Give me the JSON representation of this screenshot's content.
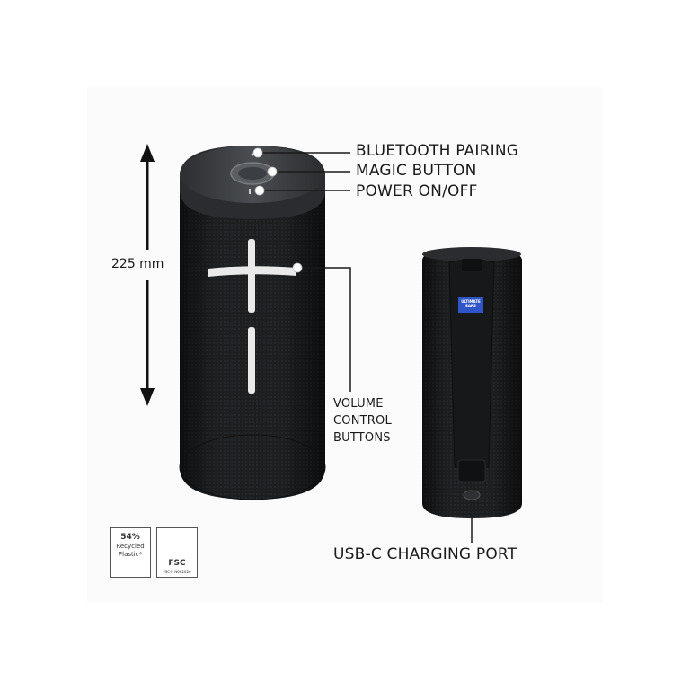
{
  "callouts": {
    "bluetooth_pairing": "BLUETOOTH PAIRING",
    "magic_button": "MAGIC BUTTON",
    "power": "POWER ON/OFF",
    "volume": "VOLUME\nCONTROL\nBUTTONS",
    "usb": "USB-C CHARGING PORT"
  },
  "dimension": {
    "height_label": "225 mm"
  },
  "brand_tag": {
    "line1": "ULTIMATE",
    "line2": "EARS"
  },
  "badges": {
    "recycled": {
      "percent": "54%",
      "line1": "Recycled",
      "line2": "Plastic*"
    },
    "fsc": {
      "mark": "FSC",
      "code": "FSC® N002026"
    }
  },
  "colors": {
    "speaker_body": "#1f2123",
    "speaker_top": "#3a3c3f",
    "volume_buttons": "#e9e9e9",
    "brand_tag": "#2f54c7",
    "leader_lines": "#1a1a1a"
  }
}
